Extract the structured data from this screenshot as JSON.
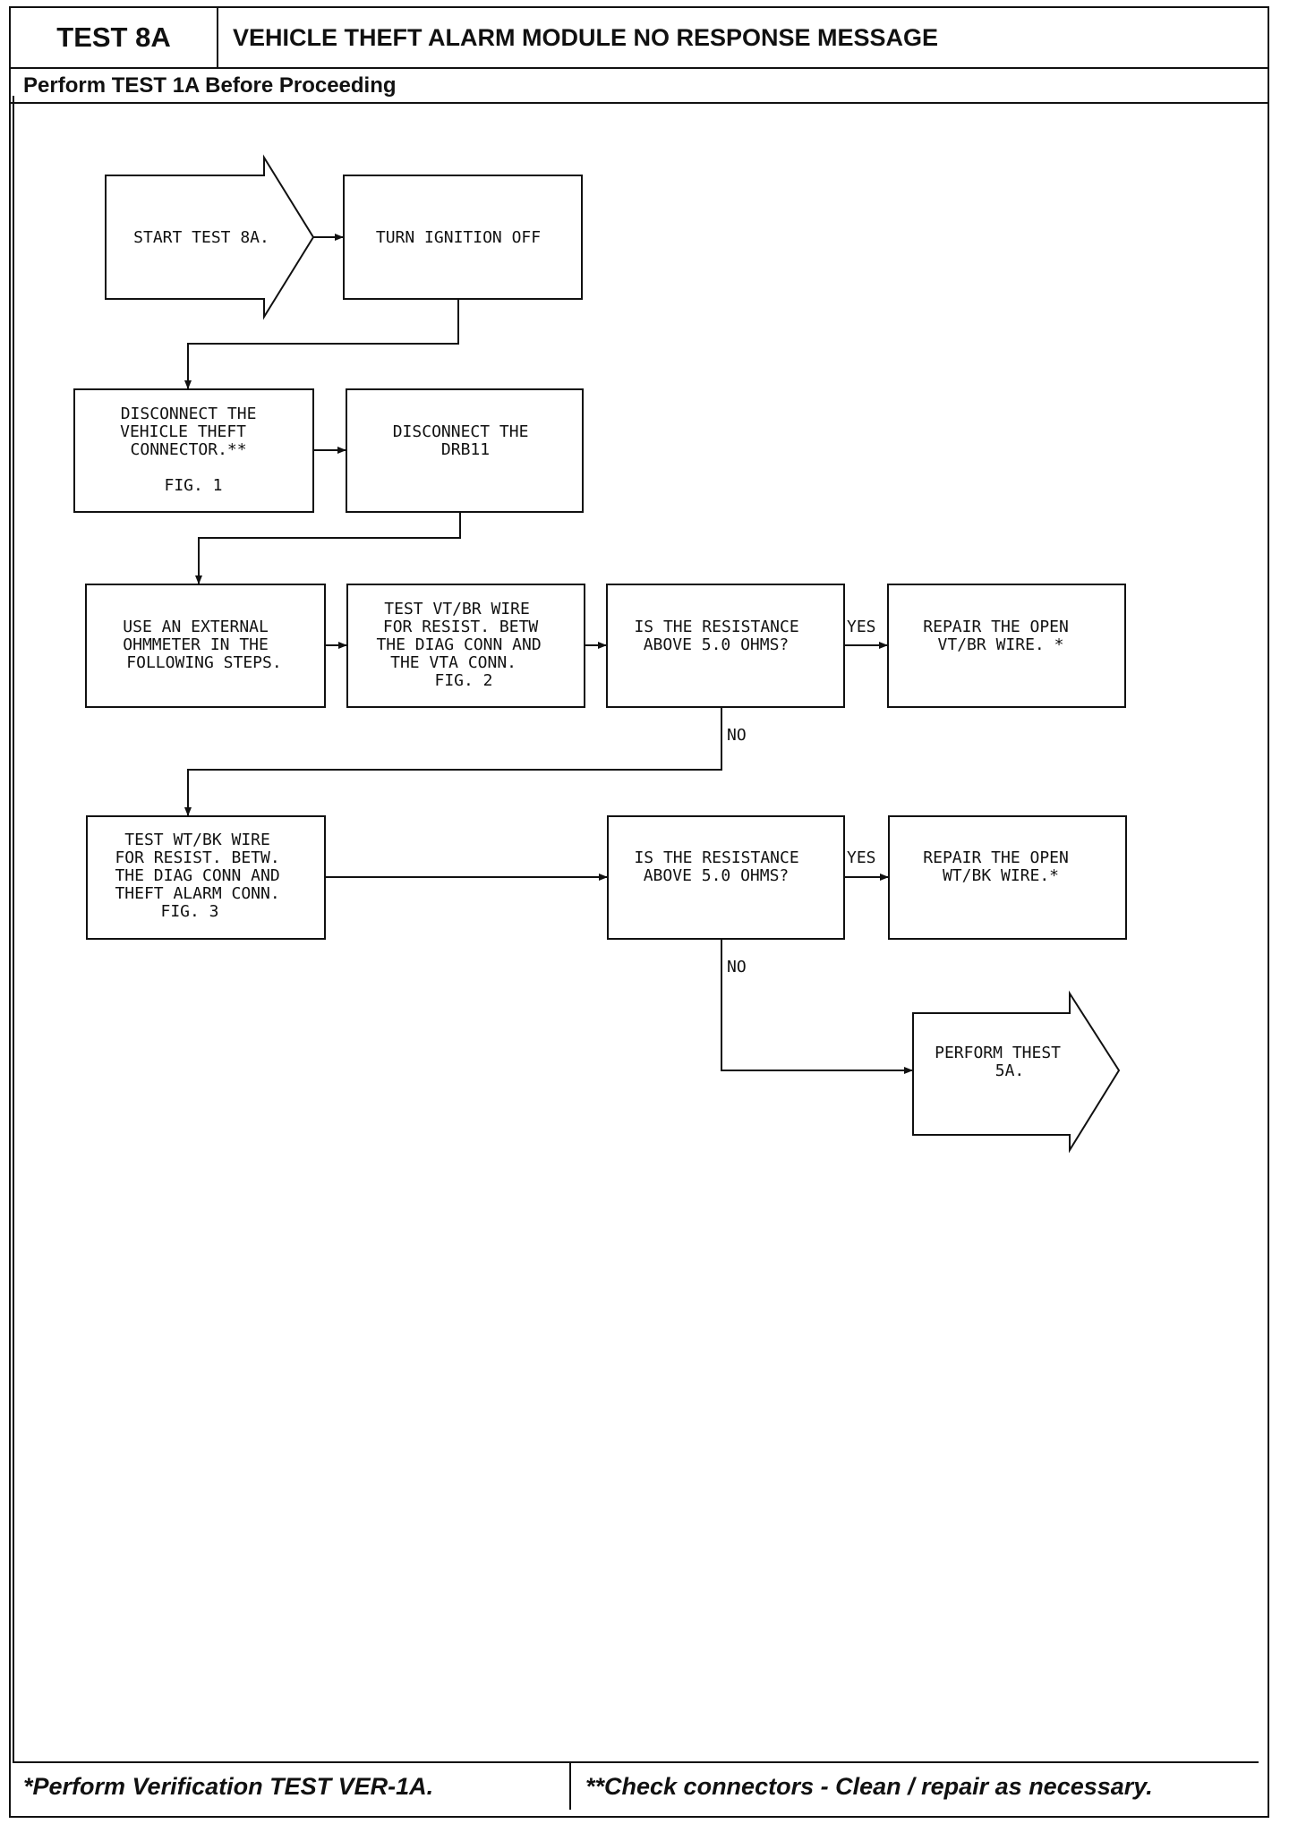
{
  "header": {
    "test_label": "TEST 8A",
    "title": "VEHICLE THEFT ALARM MODULE NO RESPONSE MESSAGE",
    "subtitle": "Perform TEST 1A Before Proceeding"
  },
  "footer": {
    "left_note": "*Perform Verification TEST VER-1A.",
    "right_note": "**Check connectors - Clean / repair as necessary."
  },
  "flowchart": {
    "start": [
      "START TEST 8A."
    ],
    "ignition_off": [
      "TURN IGNITION OFF"
    ],
    "disconnect_vt": [
      "DISCONNECT THE",
      "VEHICLE THEFT",
      "CONNECTOR.**",
      "",
      "FIG. 1"
    ],
    "disconnect_drb": [
      "DISCONNECT THE",
      "DRB11"
    ],
    "use_ohmmeter": [
      "USE AN EXTERNAL",
      "OHMMETER IN THE",
      "FOLLOWING STEPS."
    ],
    "test_vtbr": [
      "TEST VT/BR WIRE",
      "FOR RESIST. BETW",
      "THE DIAG CONN AND",
      "THE VTA CONN.",
      "FIG. 2"
    ],
    "q1": [
      "IS THE RESISTANCE",
      "ABOVE 5.0 OHMS?"
    ],
    "repair_vtbr": [
      "REPAIR THE OPEN",
      "VT/BR WIRE. *"
    ],
    "test_wtbk": [
      "TEST WT/BK WIRE",
      "FOR RESIST. BETW.",
      "THE DIAG CONN AND",
      "THEFT ALARM CONN.",
      "FIG. 3"
    ],
    "q2": [
      "IS THE RESISTANCE",
      "ABOVE 5.0 OHMS?"
    ],
    "repair_wtbk": [
      "REPAIR THE OPEN",
      "WT/BK WIRE.*"
    ],
    "perform_5a": [
      "PERFORM THEST",
      "5A."
    ],
    "yes_label": "YES",
    "no_label": "NO"
  }
}
